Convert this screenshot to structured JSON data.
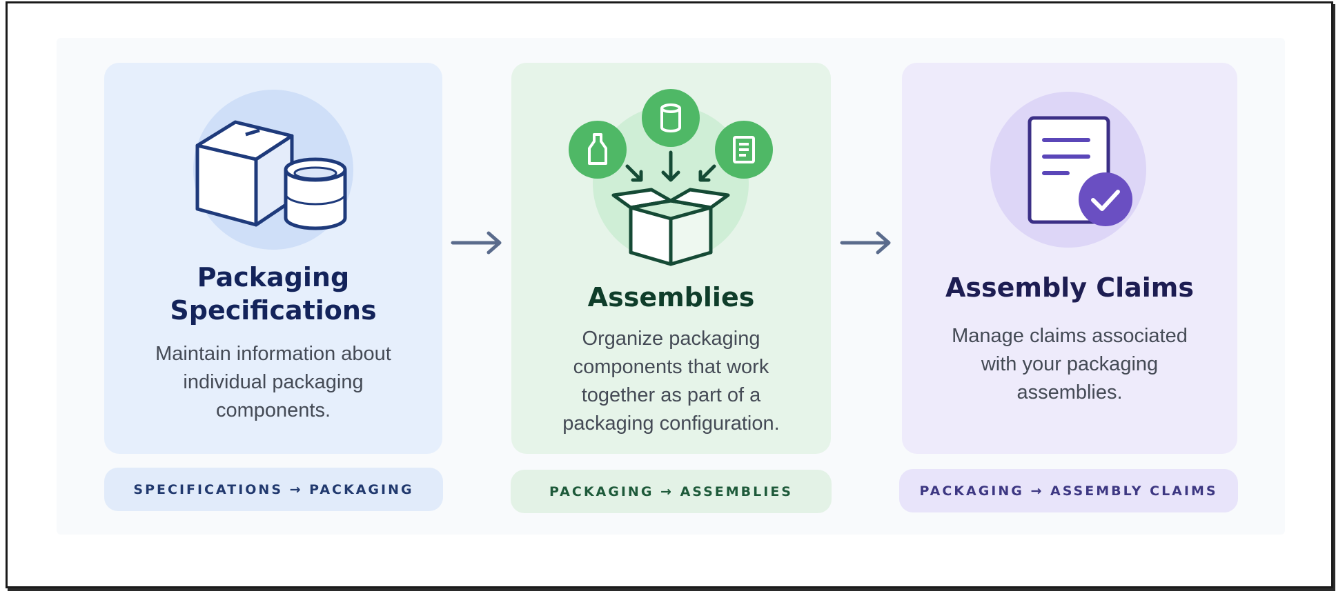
{
  "steps": [
    {
      "title_lines": [
        "Packaging",
        "Specifications"
      ],
      "description_lines": [
        "Maintain information about",
        "individual packaging",
        "components."
      ],
      "pill": "SPECIFICATIONS → PACKAGING",
      "icon": "box-and-can-icon"
    },
    {
      "title_lines": [
        "Assemblies"
      ],
      "description_lines": [
        "Organize packaging",
        "components that work",
        "together as part of a",
        "packaging configuration."
      ],
      "pill": "PACKAGING → ASSEMBLIES",
      "icon": "assembly-box-icon"
    },
    {
      "title_lines": [
        "Assembly Claims"
      ],
      "description_lines": [
        "Manage claims associated",
        "with your packaging",
        "assemblies."
      ],
      "pill": "PACKAGING → ASSEMBLY CLAIMS",
      "icon": "document-check-icon"
    }
  ],
  "colors": {
    "blue_card": "#e6effc",
    "green_card": "#e6f4e9",
    "purple_card": "#eeebfb",
    "blue_accent": "#1e3a7b",
    "green_accent": "#2e9b4f",
    "purple_accent": "#5a46b8",
    "arrow": "#5a6b8c"
  }
}
